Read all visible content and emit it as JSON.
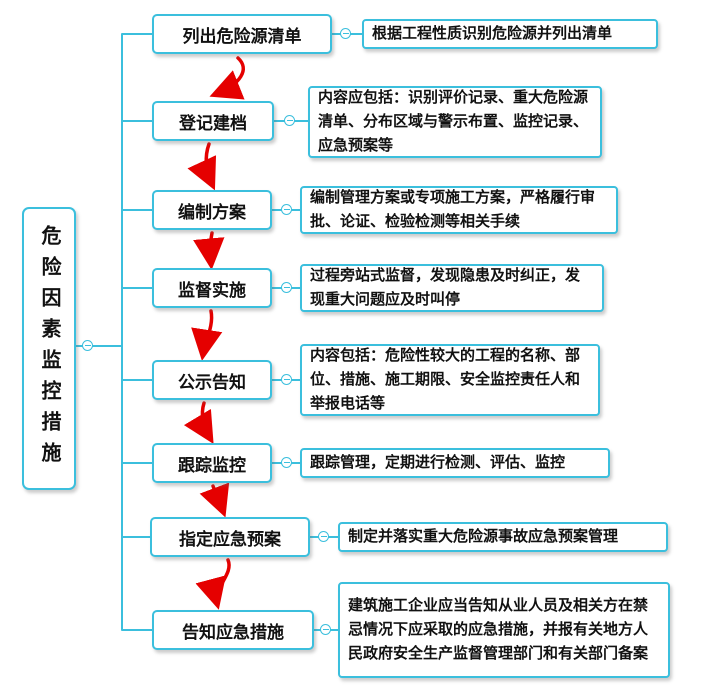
{
  "root": {
    "label": "危险因素监控措施"
  },
  "nodes": [
    {
      "label": "列出危险源清单",
      "detail": "根据工程性质识别危险源并列出清单"
    },
    {
      "label": "登记建档",
      "detail": "内容应包括：识别评价记录、重大危险源清单、分布区域与警示布置、监控记录、应急预案等"
    },
    {
      "label": "编制方案",
      "detail": "编制管理方案或专项施工方案，严格履行审批、论证、检验检测等相关手续"
    },
    {
      "label": "监督实施",
      "detail": "过程旁站式监督，发现隐患及时纠正，发现重大问题应及时叫停"
    },
    {
      "label": "公示告知",
      "detail": "内容包括：危险性较大的工程的名称、部位、措施、施工期限、安全监控责任人和举报电话等"
    },
    {
      "label": "跟踪监控",
      "detail": "跟踪管理，定期进行检测、评估、监控"
    },
    {
      "label": "指定应急预案",
      "detail": "制定并落实重大危险源事故应急预案管理"
    },
    {
      "label": "告知应急措施",
      "detail": "建筑施工企业应当告知从业人员及相关方在禁忌情况下应采取的应急措施，并报有关地方人民政府安全生产监督管理部门和有关部门备案"
    }
  ],
  "colors": {
    "accent": "#3bbfdd",
    "arrow": "#e50000"
  }
}
